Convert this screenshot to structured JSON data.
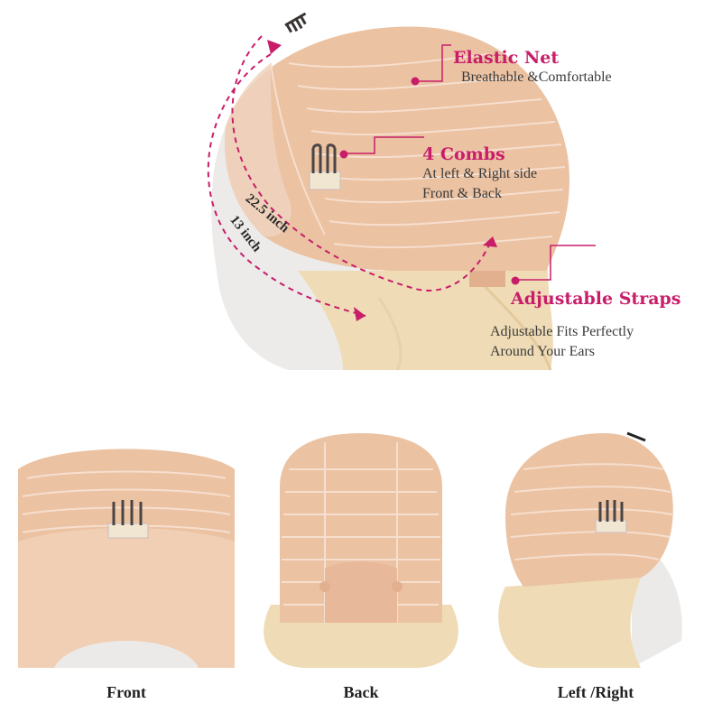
{
  "colors": {
    "accent": "#c81e6a",
    "cap": "#ebc2a2",
    "cap_line": "#f4dccb",
    "hair": "#efdcb7",
    "skin": "#ece9e8"
  },
  "features": [
    {
      "title": "Elastic Net",
      "lines": [
        "Breathable &Comfortable"
      ]
    },
    {
      "title": "4 Combs",
      "lines": [
        "At left & Right side",
        "Front & Back"
      ]
    },
    {
      "title": "Adjustable Straps",
      "lines": [
        "Adjustable Fits Perfectly",
        "Around Your Ears"
      ]
    }
  ],
  "measurements": {
    "circumference": "22.5 inch",
    "ear_to_ear": "13 inch"
  },
  "views": [
    {
      "caption": "Front"
    },
    {
      "caption": "Back"
    },
    {
      "caption": "Left /Right"
    }
  ],
  "icons": {
    "comb": "comb-icon",
    "strap": "strap-icon",
    "marker": "dot-marker-icon",
    "arrow": "dashed-arrow-icon"
  }
}
